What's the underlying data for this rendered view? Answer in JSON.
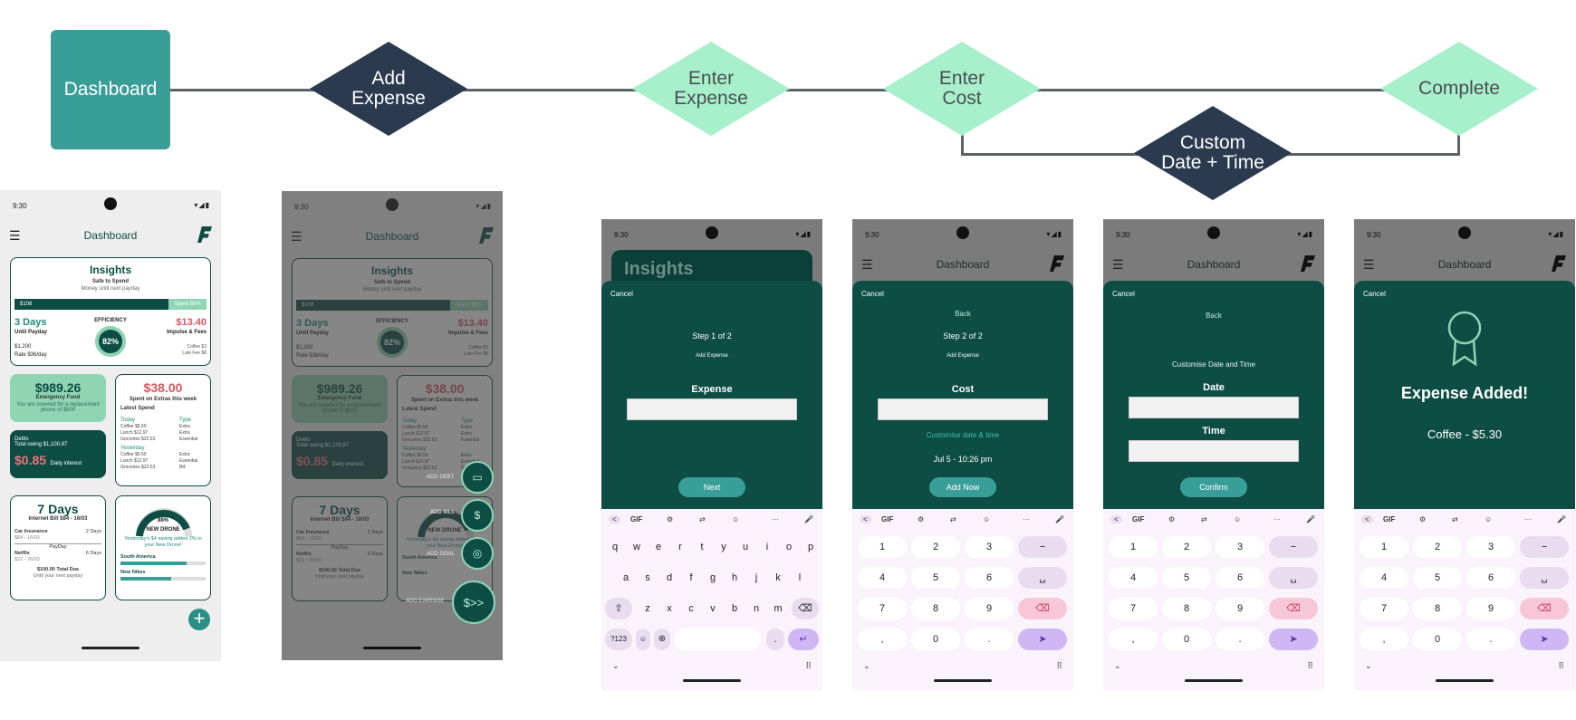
{
  "flow": {
    "start": "Dashboard",
    "add_expense": [
      "Add",
      "Expense"
    ],
    "enter_expense": [
      "Enter",
      "Expense"
    ],
    "enter_cost": [
      "Enter",
      "Cost"
    ],
    "custom_date": [
      "Custom",
      "Date + Time"
    ],
    "complete": "Complete"
  },
  "colors": {
    "teal": "#3a9e98",
    "dark_navy": "#2b3a4e",
    "mint": "#a8f0cc",
    "sheet_green": "#0d4d44"
  },
  "status": {
    "time": "9:30"
  },
  "dashboard": {
    "title": "Dashboard",
    "insights": {
      "title": "Insights",
      "subtitle": "Safe to Spend",
      "note": "Money until next payday",
      "bar_left": "$108",
      "bar_right": "Spent 85%",
      "days": "3 Days",
      "days_label": "Until Payday",
      "days_amount": "$1,200",
      "rate": "Rate $36/day",
      "efficiency_label": "EFFICIENCY",
      "efficiency": "82%",
      "impulse": "$13.40",
      "impulse_label": "Impulse & Fees",
      "impulse_line1": "Coffee $3",
      "impulse_line2": "Late Fee $8"
    },
    "emergency": {
      "amount": "$989.26",
      "label": "Emergency Fund",
      "note": "You are covered for a replacement phone of $800"
    },
    "extras": {
      "amount": "$38.00",
      "label": "Spent on Extras this week",
      "latest": "Latest Spend",
      "today": "Today",
      "type": "Type",
      "today_items": [
        "Coffee $5.50",
        "Lunch $12.97",
        "Groceries $22.53"
      ],
      "today_types": [
        "Extra",
        "Extra",
        "Essential"
      ],
      "yesterday": "Yesterday",
      "yesterday_items": [
        "Coffee $5.50",
        "Lunch $12.97",
        "Groceries $22.53"
      ],
      "yesterday_types": [
        "Extra",
        "Essential",
        "Bill"
      ]
    },
    "debts": {
      "label": "Debts",
      "owing": "Total owing $1,100.87",
      "amount": "$0.85",
      "interest": "Daily interest"
    },
    "bills": {
      "days": "7 Days",
      "sub": "Internet Bill $84 - 16/03",
      "car": "Car Insurance",
      "car_days": "2 Days",
      "car_amt": "$84 - 16/03",
      "payday": "PayDay",
      "netflix": "Netflix",
      "netflix_days": "6 Days",
      "netflix_amt": "$22 - 26/03",
      "total": "$100.00 Total Due",
      "total_note": "Until your next payday"
    },
    "goal": {
      "percent": "88%",
      "name": "NEW DRONE",
      "note": "Yesterday's $4 saving added 2% to your New Drone!",
      "goal1": "South America",
      "goal2": "New Nikes",
      "goal1_progress": 0.78,
      "goal2_progress": 0.6
    }
  },
  "menu": {
    "debt": "ADD DEBT",
    "bill": "ADD BILL",
    "goal": "ADD GOAL",
    "expense": "ADD EXPENSE"
  },
  "step1": {
    "cancel": "Cancel",
    "insights": "Insights",
    "step": "Step 1 of 2",
    "heading": "Add Expense",
    "field_label": "Expense",
    "button": "Next"
  },
  "step2": {
    "cancel": "Cancel",
    "back": "Back",
    "step": "Step 2 of 2",
    "heading": "Add Expense",
    "field_label": "Cost",
    "customise": "Customise date & time",
    "date": "Jul 5 - 10:26 pm",
    "button": "Add Now"
  },
  "custom": {
    "cancel": "Cancel",
    "back": "Back",
    "heading": "Customise Date and Time",
    "date_label": "Date",
    "time_label": "Time",
    "button": "Confirm"
  },
  "complete": {
    "cancel": "Cancel",
    "title": "Expense Added!",
    "detail": "Coffee - $5.30"
  },
  "keyboard": {
    "toolbar": [
      "<",
      "GIF",
      "⚙",
      "⇄",
      "☺",
      "···",
      "🎤"
    ],
    "qwerty_row1": [
      "q",
      "w",
      "e",
      "r",
      "t",
      "y",
      "u",
      "i",
      "o",
      "p"
    ],
    "qwerty_row2": [
      "a",
      "s",
      "d",
      "f",
      "g",
      "h",
      "j",
      "k",
      "l"
    ],
    "qwerty_row3": [
      "z",
      "x",
      "c",
      "v",
      "b",
      "n",
      "m"
    ],
    "symbols": "?123",
    "num_row1": [
      "1",
      "2",
      "3",
      "−"
    ],
    "num_row2": [
      "4",
      "5",
      "6",
      "␣"
    ],
    "num_row3": [
      "7",
      "8",
      "9",
      "⌫"
    ],
    "num_row4": [
      ",",
      "0",
      ".",
      "➤"
    ]
  }
}
